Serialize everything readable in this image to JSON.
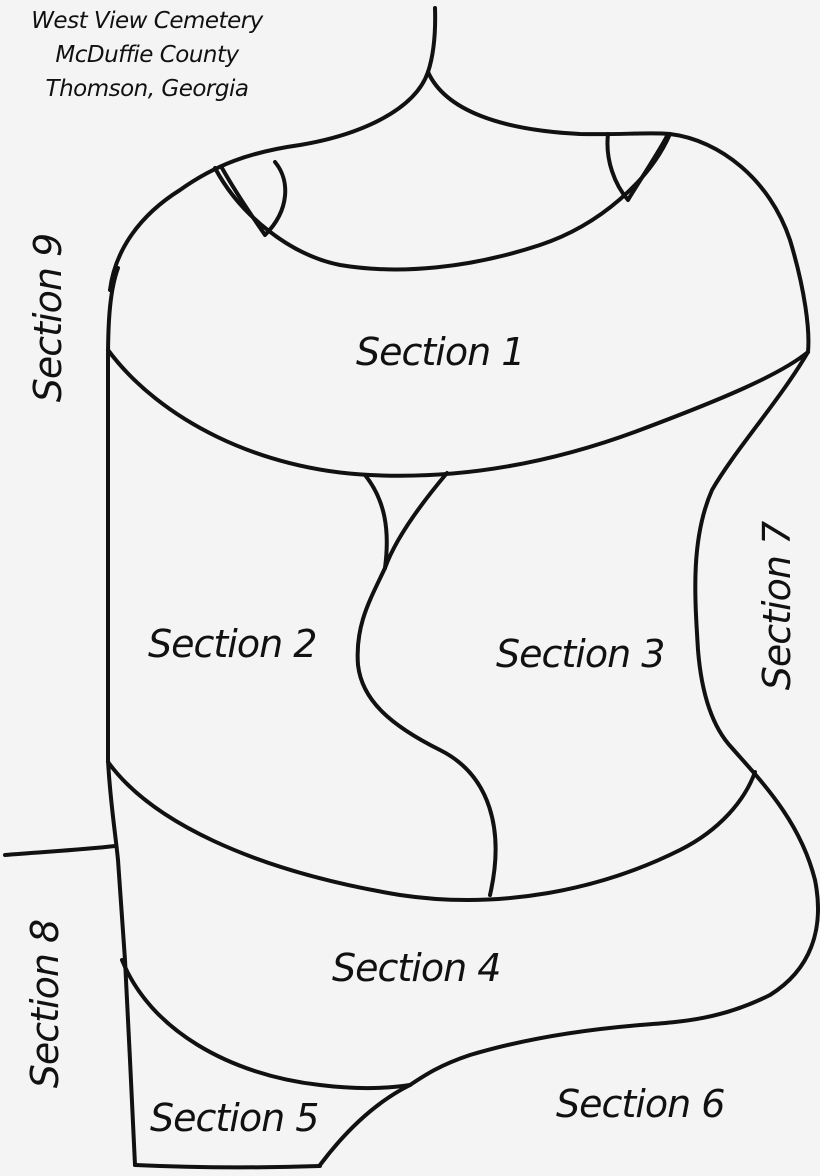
{
  "title": {
    "line1": "West View Cemetery",
    "line2": "McDuffie County",
    "line3": "Thomson, Georgia"
  },
  "sections": {
    "s1": "Section 1",
    "s2": "Section 2",
    "s3": "Section 3",
    "s4": "Section 4",
    "s5": "Section 5",
    "s6": "Section 6",
    "s7": "Section 7",
    "s8": "Section 8",
    "s9": "Section 9"
  },
  "colors": {
    "line": "#111111",
    "background": "#f4f4f4"
  }
}
